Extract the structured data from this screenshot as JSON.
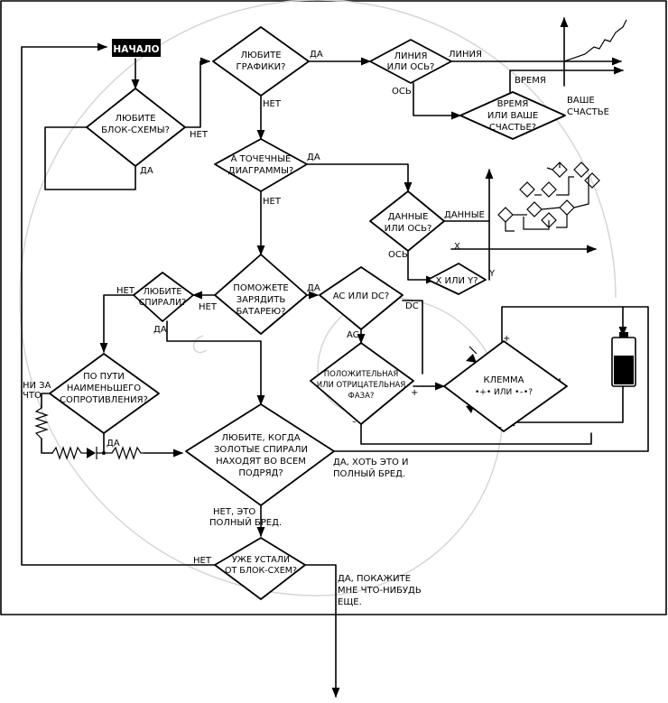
{
  "start": "НАЧАЛО",
  "q_flowcharts": [
    "ЛЮБИТЕ",
    "БЛОК-СХЕМЫ?"
  ],
  "q_graphs": [
    "ЛЮБИТЕ",
    "ГРАФИКИ?"
  ],
  "q_line_or_axis": [
    "ЛИНИЯ",
    "ИЛИ ОСЬ?"
  ],
  "q_time_or_happiness": [
    "ВРЕМЯ",
    "ИЛИ ВАШЕ",
    "СЧАСТЬЕ?"
  ],
  "q_scatter": [
    "А ТОЧЕЧНЫЕ",
    "ДИАГРАММЫ?"
  ],
  "q_data_or_axis": [
    "ДАННЫЕ",
    "ИЛИ ОСЬ?"
  ],
  "q_x_or_y": "X ИЛИ Y?",
  "q_charge": [
    "ПОМОЖЕТЕ",
    "ЗАРЯДИТЬ",
    "БАТАРЕЮ?"
  ],
  "q_ac_dc": "AC ИЛИ DC?",
  "q_phase": [
    "ПОЛОЖИТЕЛЬНАЯ",
    "ИЛИ ОТРИЦАТЕЛЬНАЯ",
    "ФАЗА?"
  ],
  "q_terminal": [
    "КЛЕММА",
    "•+• ИЛИ •–•?"
  ],
  "q_spirals": [
    "ЛЮБИТЕ",
    "СПИРАЛИ?"
  ],
  "q_least_resistance": [
    "ПО ПУТИ",
    "НАИМЕНЬШЕГО",
    "СОПРОТИВЛЕНИЯ?"
  ],
  "q_golden": [
    "ЛЮБИТЕ, КОГДА",
    "ЗОЛОТЫЕ СПИРАЛИ",
    "НАХОДЯТ ВО ВСЕМ",
    "ПОДРЯД?"
  ],
  "q_tired": [
    "УЖЕ УСТАЛИ",
    "ОТ БЛОК-СХЕМ?"
  ],
  "labels": {
    "yes": "ДА",
    "no": "НЕТ",
    "line": "ЛИНИЯ",
    "axis": "ОСЬ",
    "time": "ВРЕМЯ",
    "happiness": [
      "ВАШЕ",
      "СЧАСТЬЕ"
    ],
    "data": "ДАННЫЕ",
    "x": "X",
    "y": "Y",
    "ac": "AC",
    "dc": "DC",
    "plus": "+",
    "minus": "–",
    "not_at_all": [
      "НИ ЗА",
      "ЧТО"
    ],
    "yes_nonsense": [
      "ДА, ХОТЬ ЭТО И",
      "ПОЛНЫЙ БРЕД."
    ],
    "no_nonsense": [
      "НЕТ, ЭТО",
      "ПОЛНЫЙ БРЕД."
    ],
    "show_more": [
      "ДА, ПОКАЖИТЕ",
      "МНЕ ЧТО-НИБУДЬ",
      "ЕЩЕ."
    ]
  }
}
